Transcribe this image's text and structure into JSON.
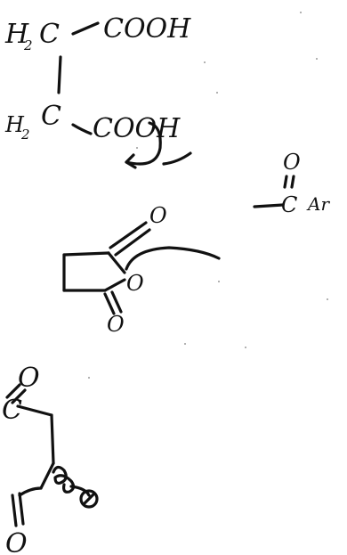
{
  "colors": {
    "background": "#ffffff",
    "ink": "#111111"
  },
  "sketch": {
    "formula_top": {
      "h2c_1": "H",
      "sub_1": "2",
      "c_1": "C",
      "cooh_1": "COOH",
      "h2c_2": "H",
      "sub_2": "2",
      "c_2": "C",
      "cooh_2": "COOH"
    },
    "side_note": {
      "c": "C",
      "o": "O",
      "ar": "Ar"
    },
    "ring": {
      "o_top": "O",
      "o_mid": "O",
      "o_bottom": "O"
    },
    "open_chain": {
      "o_top": "O",
      "c_top": "C",
      "o_right": "O",
      "o_bottom": "O"
    }
  }
}
